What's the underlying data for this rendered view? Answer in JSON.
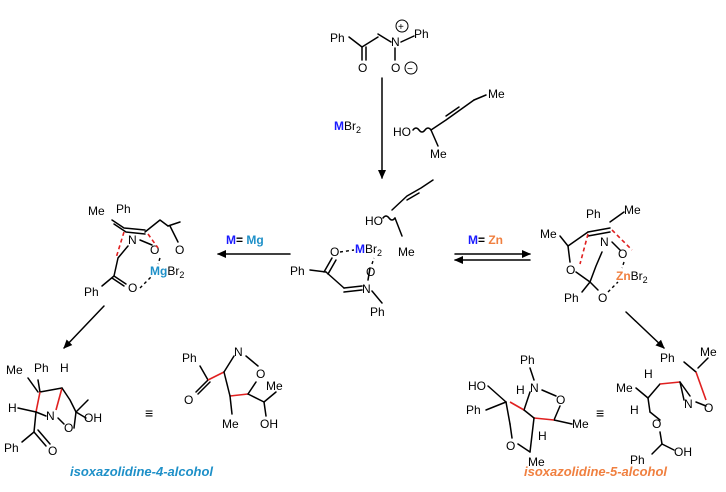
{
  "colors": {
    "metal": "#1a1aff",
    "mg": "#1e90c8",
    "zn": "#f08040",
    "red": "#e02020",
    "label_left": "#1e90c8",
    "label_right": "#f08040"
  },
  "reagents": {
    "nitrone": {
      "ph1": "Ph",
      "ph2": "Ph",
      "o": "O",
      "n": "N",
      "plus": "+",
      "o2": "O",
      "minus": "−"
    },
    "lewis_acid": {
      "m": "M",
      "rest": "Br",
      "sub": "2"
    },
    "alkenol": {
      "ho": "HO",
      "me1": "Me",
      "me2": "Me"
    }
  },
  "center_complex": {
    "ho": "HO",
    "m": "M",
    "br": "Br",
    "sub": "2",
    "me": "Me",
    "o1": "O",
    "o2": "O",
    "ph": "Ph",
    "n": "N",
    "ph2": "Ph"
  },
  "left_conditions": {
    "m": "M",
    "eq": "= ",
    "metal": "Mg"
  },
  "right_conditions": {
    "m": "M",
    "eq": "= ",
    "metal": "Zn"
  },
  "ts_mg": {
    "me": "Me",
    "ph": "Ph",
    "n": "N",
    "o1": "O",
    "o2": "O",
    "mg": "Mg",
    "br": "Br",
    "sub": "2",
    "ph2": "Ph",
    "o3": "O"
  },
  "ts_zn": {
    "ph": "Ph",
    "me": "Me",
    "me2": "Me",
    "n": "N",
    "o1": "O",
    "o2": "O",
    "o3": "O",
    "zn": "Zn",
    "br": "Br",
    "sub": "2",
    "ph2": "Ph"
  },
  "product_left_3d": {
    "me": "Me",
    "ph": "Ph",
    "h1": "H",
    "h2": "H",
    "n": "N",
    "o": "O",
    "oh": "OH",
    "ph2": "Ph",
    "o2": "O"
  },
  "product_left_2d": {
    "ph": "Ph",
    "n": "N",
    "o": "O",
    "o2": "O",
    "me": "Me",
    "me2": "Me",
    "oh": "OH"
  },
  "product_right_2d": {
    "ph": "Ph",
    "n": "N",
    "ho": "HO",
    "h": "H",
    "o": "O",
    "ph2": "Ph",
    "o2": "O",
    "h2": "H",
    "me": "Me",
    "me2": "Me"
  },
  "product_right_3d": {
    "ph": "Ph",
    "h1": "H",
    "me": "Me",
    "me2": "Me",
    "h2": "H",
    "n": "N",
    "o": "O",
    "o2": "O",
    "ph2": "Ph",
    "oh": "OH"
  },
  "equiv_symbol": "≡",
  "labels": {
    "left": "isoxazolidine-4-alcohol",
    "right": "isoxazolidine-5-alcohol"
  }
}
